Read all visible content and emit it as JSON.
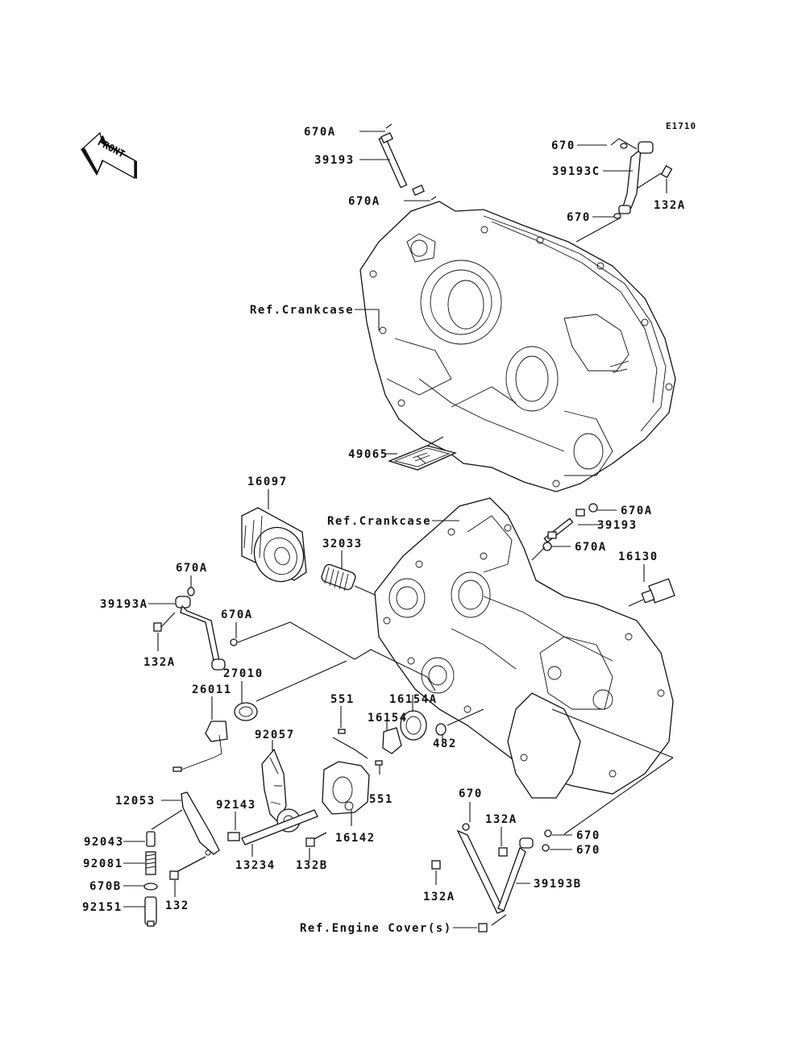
{
  "diagram": {
    "code": "E1710",
    "front_arrow_label": "FRONT",
    "references": {
      "crankcase_upper": "Ref.Crankcase",
      "crankcase_lower": "Ref.Crankcase",
      "engine_cover": "Ref.Engine Cover(s)"
    },
    "parts": {
      "p670A_top1": "670A",
      "p39193_top": "39193",
      "p670A_top2": "670A",
      "p670_tr1": "670",
      "p39193C": "39193C",
      "p132A_tr": "132A",
      "p670_tr2": "670",
      "p49065": "49065",
      "p16097": "16097",
      "p32033": "32033",
      "p670A_r1": "670A",
      "p39193_r": "39193",
      "p670A_r2": "670A",
      "p16130": "16130",
      "p670A_l1": "670A",
      "p39193A": "39193A",
      "p670A_l2": "670A",
      "p132A_l": "132A",
      "p27010": "27010",
      "p26011": "26011",
      "p551_top": "551",
      "p16154A": "16154A",
      "p16154": "16154",
      "p482": "482",
      "p92057": "92057",
      "p551_mid": "551",
      "p12053": "12053",
      "p92143": "92143",
      "p16142": "16142",
      "p92043": "92043",
      "p13234": "13234",
      "p132B": "132B",
      "p92081": "92081",
      "p670B": "670B",
      "p132": "132",
      "p92151": "92151",
      "p670_br1": "670",
      "p132A_br1": "132A",
      "p670_br2": "670",
      "p670_br3": "670",
      "p132A_br2": "132A",
      "p39193B": "39193B"
    }
  }
}
